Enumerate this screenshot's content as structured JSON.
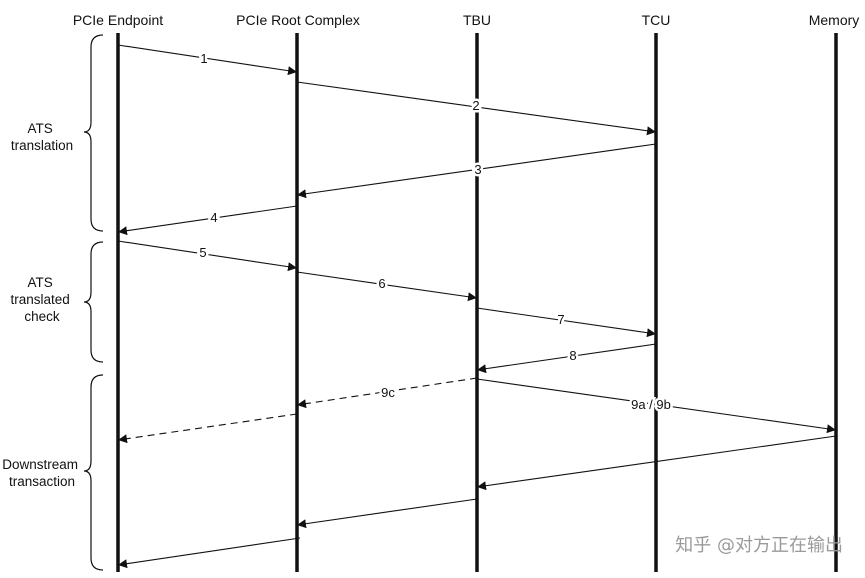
{
  "lifelines": [
    {
      "id": "ep",
      "label": "PCIe Endpoint"
    },
    {
      "id": "rc",
      "label": "PCIe Root Complex"
    },
    {
      "id": "tbu",
      "label": "TBU"
    },
    {
      "id": "tcu",
      "label": "TCU"
    },
    {
      "id": "mem",
      "label": "Memory"
    }
  ],
  "phases": [
    {
      "id": "ats-translation",
      "lines": [
        "ATS",
        "translation"
      ]
    },
    {
      "id": "ats-translated-check",
      "lines": [
        "ATS",
        "translated",
        "check"
      ]
    },
    {
      "id": "downstream-transaction",
      "lines": [
        "Downstream",
        "transaction"
      ]
    }
  ],
  "messages": [
    {
      "id": "m1",
      "from": "ep",
      "to": "rc",
      "label": "1",
      "style": "solid"
    },
    {
      "id": "m2",
      "from": "rc",
      "to": "tcu",
      "label": "2",
      "style": "solid"
    },
    {
      "id": "m3",
      "from": "tcu",
      "to": "rc",
      "label": "3",
      "style": "solid"
    },
    {
      "id": "m4",
      "from": "rc",
      "to": "ep",
      "label": "4",
      "style": "solid"
    },
    {
      "id": "m5",
      "from": "ep",
      "to": "rc",
      "label": "5",
      "style": "solid"
    },
    {
      "id": "m6",
      "from": "rc",
      "to": "tbu",
      "label": "6",
      "style": "solid"
    },
    {
      "id": "m7",
      "from": "tbu",
      "to": "tcu",
      "label": "7",
      "style": "solid"
    },
    {
      "id": "m8",
      "from": "tcu",
      "to": "tbu",
      "label": "8",
      "style": "solid"
    },
    {
      "id": "m9c",
      "from": "tbu",
      "to": "rc",
      "label": "9c",
      "style": "dashed"
    },
    {
      "id": "m9c2",
      "from": "rc",
      "to": "ep",
      "label": "",
      "style": "dashed"
    },
    {
      "id": "m9ab",
      "from": "tbu",
      "to": "mem",
      "label": "9a / 9b",
      "style": "solid"
    },
    {
      "id": "m10",
      "from": "mem",
      "to": "tbu",
      "label": "",
      "style": "solid"
    },
    {
      "id": "m11",
      "from": "tbu",
      "to": "rc",
      "label": "",
      "style": "solid"
    },
    {
      "id": "m12",
      "from": "rc",
      "to": "ep",
      "label": "",
      "style": "solid"
    }
  ],
  "watermark": "知乎 @对方正在输出",
  "colors": {
    "line": "#111111",
    "background": "#ffffff",
    "watermark": "#9a9a9a"
  }
}
